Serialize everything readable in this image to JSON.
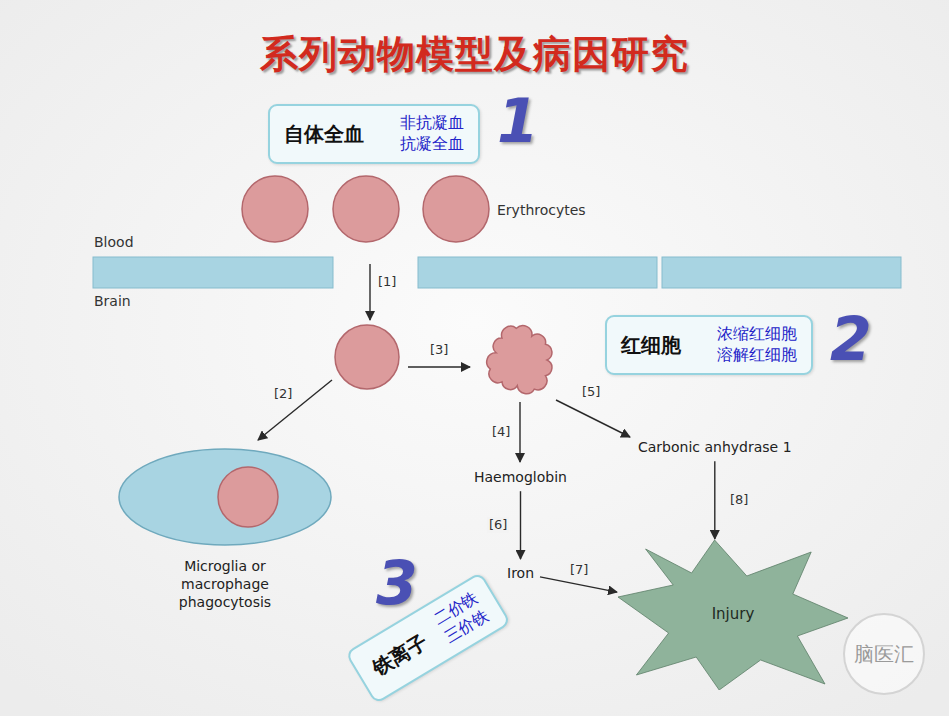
{
  "diagram": {
    "title": "系列动物模型及病因研究",
    "nodes": [
      {
        "text": [
          "自体全血",
          "非抗凝血",
          "抗凝全血"
        ]
      },
      {
        "text": [
          "红细胞",
          "浓缩红细胞",
          "溶解红细胞"
        ]
      },
      {
        "text": [
          "Carbonic anhydrase 1"
        ]
      },
      {
        "text": [
          "Haemoglobin"
        ]
      },
      {
        "text": [
          "Microglia or macrophage phagocytosis"
        ]
      },
      {
        "text": [
          "Iron"
        ]
      },
      {
        "text": [
          "铁离子",
          "二价铁",
          "三价铁"
        ]
      },
      {
        "text": [
          "Injury"
        ]
      }
    ],
    "edges": [
      {
        "from": 3,
        "to": 5,
        "label": "[6]",
        "arrow": "to"
      },
      {
        "from": 5,
        "to": 7,
        "label": "[7]",
        "arrow": "to"
      },
      {
        "from": 2,
        "to": 7,
        "label": "[8]",
        "arrow": "to"
      }
    ],
    "labels": [
      "1",
      "Erythrocytes",
      "Blood",
      "Brain",
      "[1]",
      "[2]",
      "[3]",
      "[4]",
      "[5]",
      "2",
      "3",
      "脑医汇"
    ]
  }
}
